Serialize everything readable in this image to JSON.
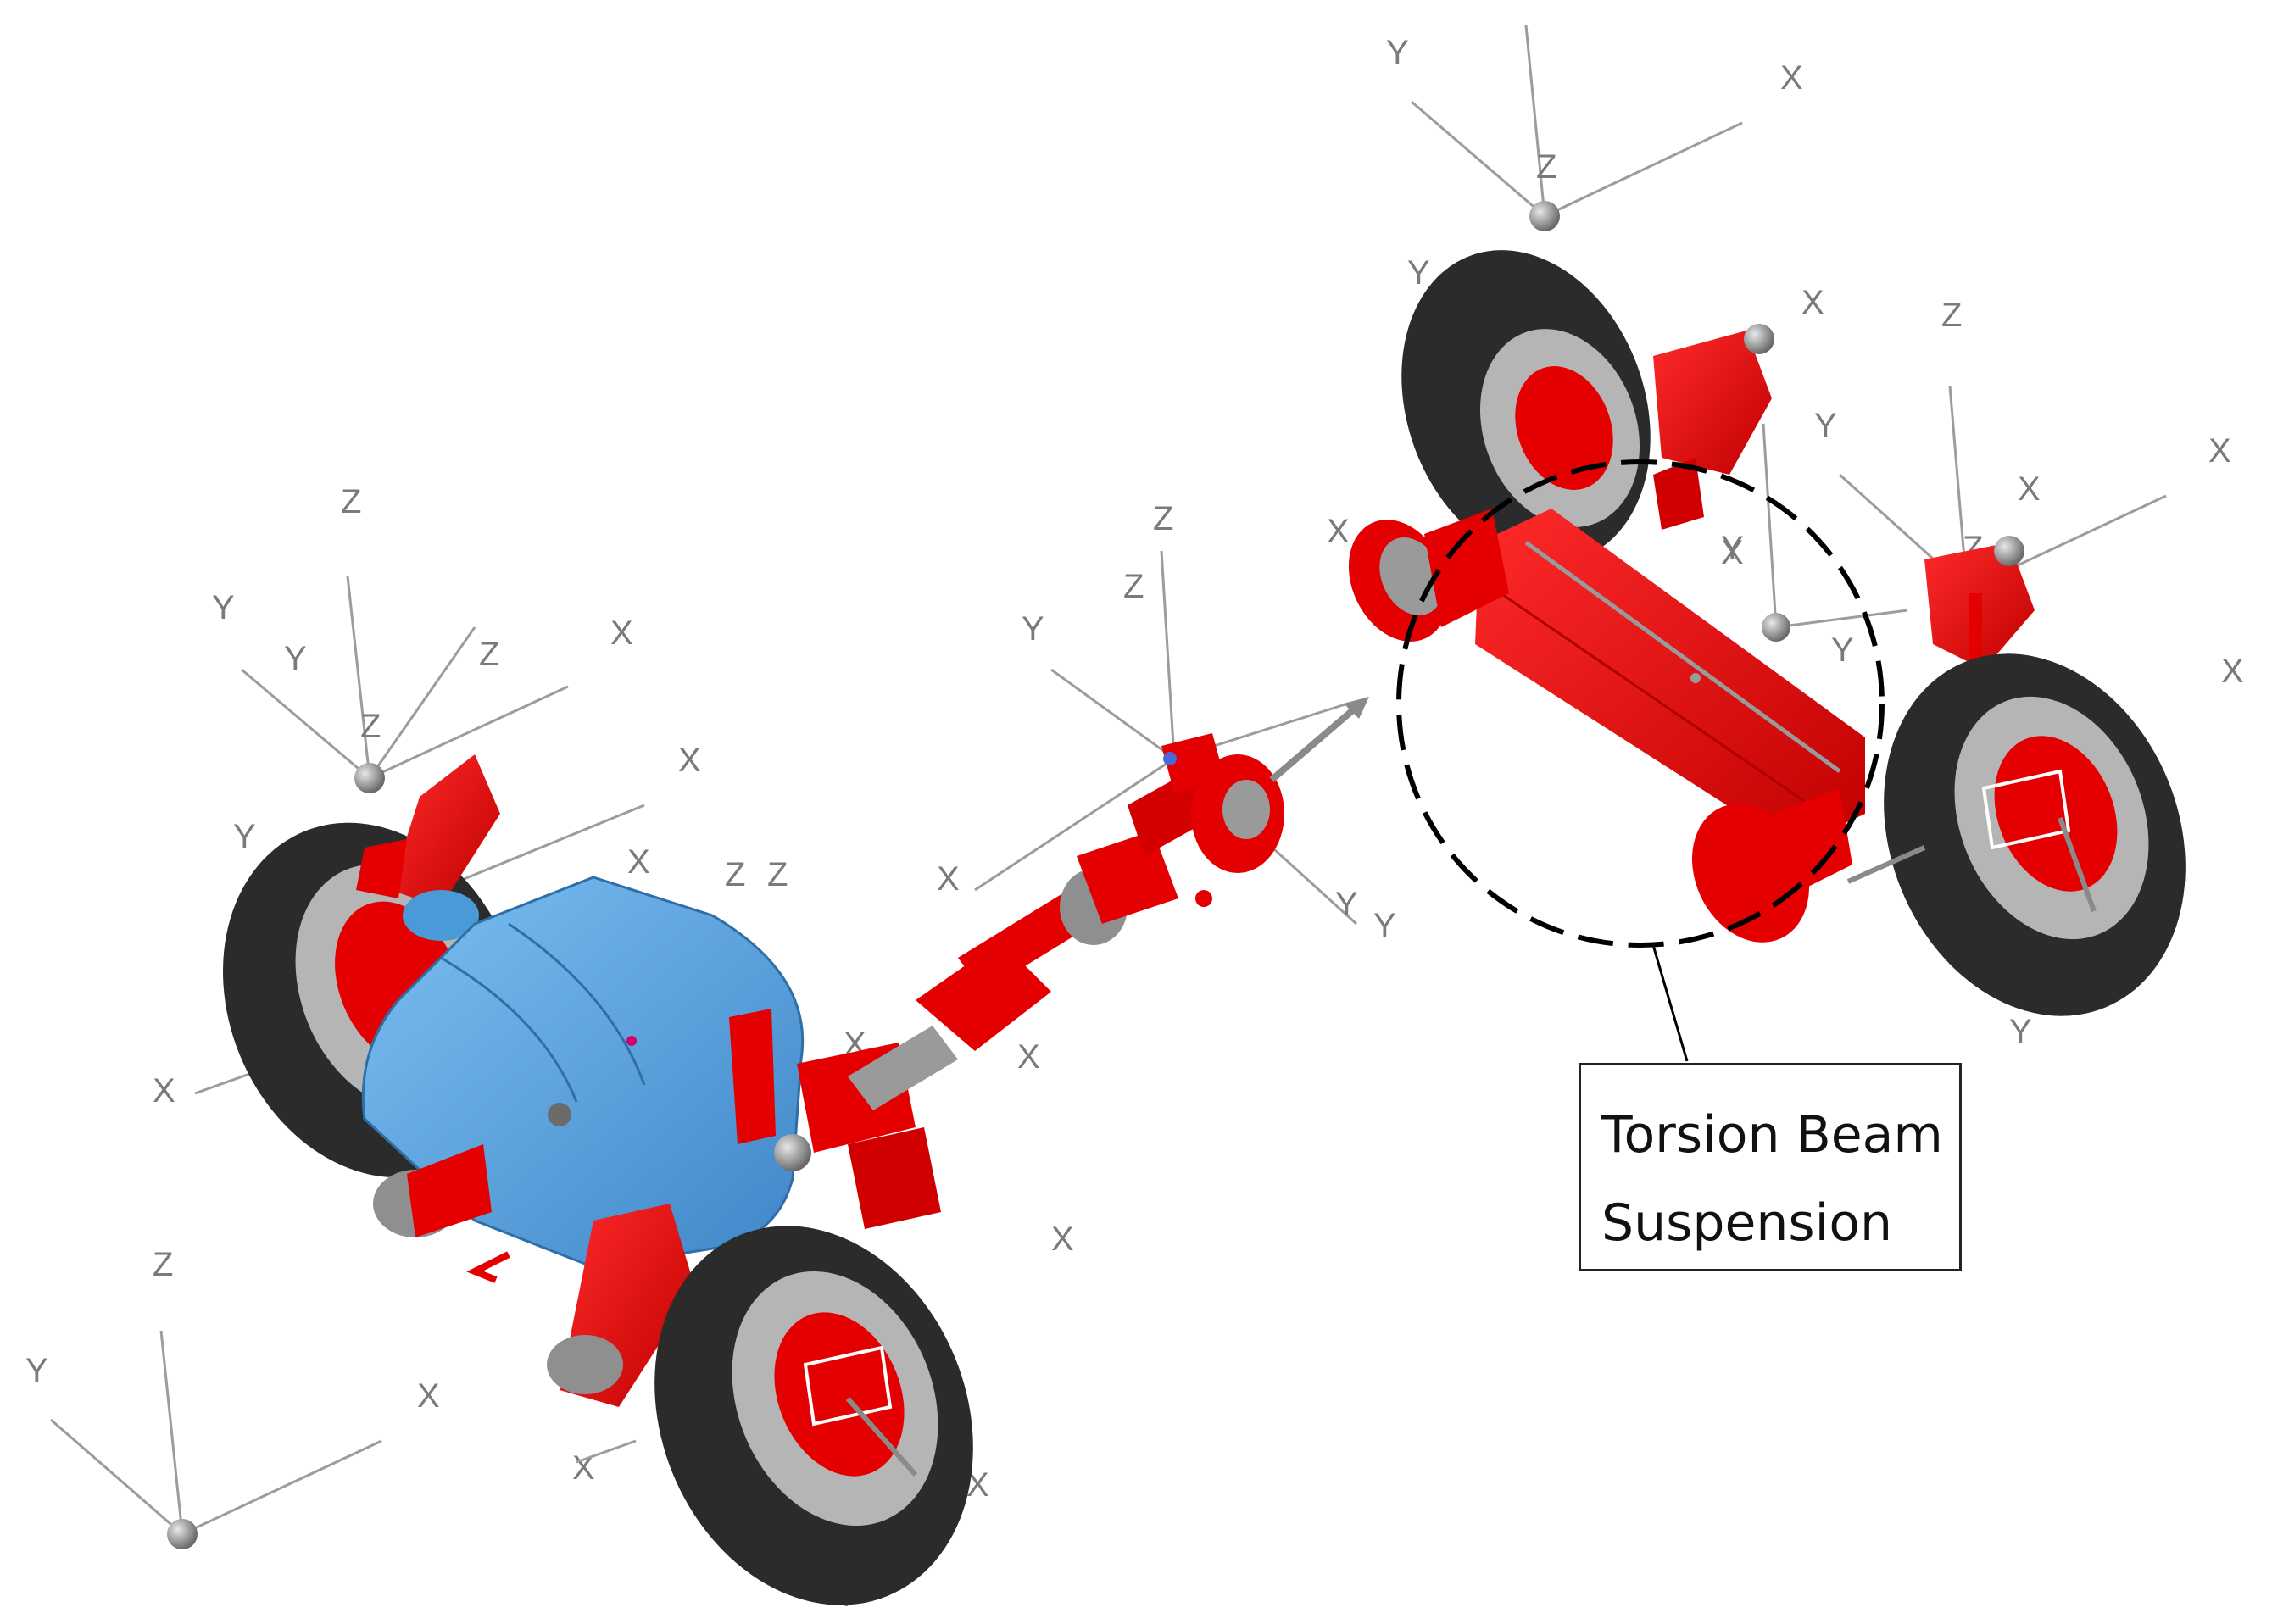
{
  "callout": {
    "line1": "Torsion Beam",
    "line2": "Suspension"
  },
  "axis_labels": {
    "x": "X",
    "y": "Y",
    "z": "Z"
  },
  "colors": {
    "body_red": "#e40000",
    "dark_red": "#b00000",
    "tire": "#2b2b2b",
    "engine_blue": "#5aa7e6",
    "metal_gray": "#9a9a9a",
    "axis_gray": "#9c9c9c"
  }
}
